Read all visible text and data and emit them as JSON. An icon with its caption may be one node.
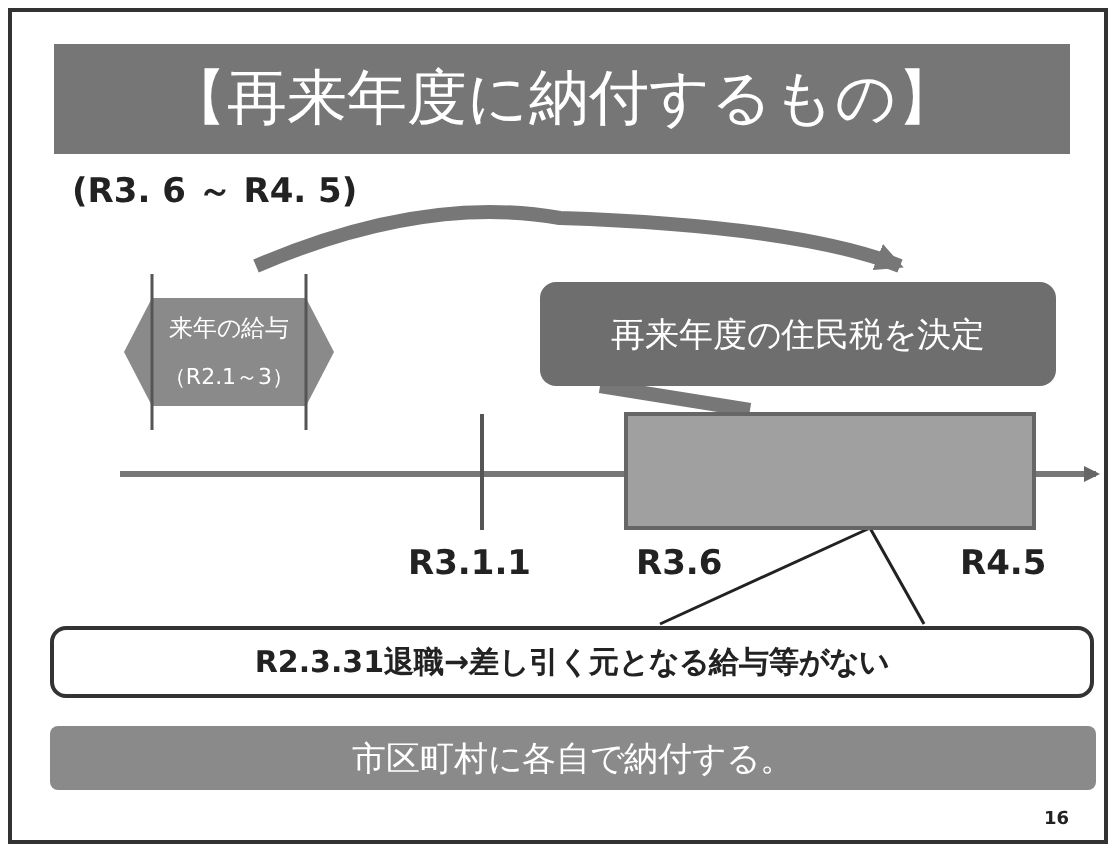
{
  "diagram": {
    "nodes": [
      {
        "text": [
          "【再来年度に納付するもの】"
        ]
      },
      {
        "text": [
          "来年の給与",
          "（R2.1～3）"
        ]
      },
      {
        "text": [
          "再来年度の住民税を決定"
        ]
      },
      {
        "text": [],
        "shape": "box"
      },
      {
        "text": [
          "R2.3.31退職→差し引く元となる給与等がない"
        ]
      },
      {
        "text": [
          "市区町村に各自で納付する。"
        ]
      }
    ],
    "edges": [
      {
        "from": 1,
        "to": 2,
        "arrow": "to",
        "style": "thick"
      },
      {
        "from": 2,
        "to": 3,
        "arrow": "none",
        "style": "thick"
      },
      {
        "from": 4,
        "to": 3,
        "arrow": "none",
        "color": "#222222"
      },
      {
        "from": 4,
        "to": 3,
        "arrow": "none",
        "color": "#222222"
      }
    ],
    "labels": [
      "(R3. 6 ～ R4. 5)",
      "R3.1.1",
      "R3.6",
      "R4.5",
      "16"
    ]
  }
}
